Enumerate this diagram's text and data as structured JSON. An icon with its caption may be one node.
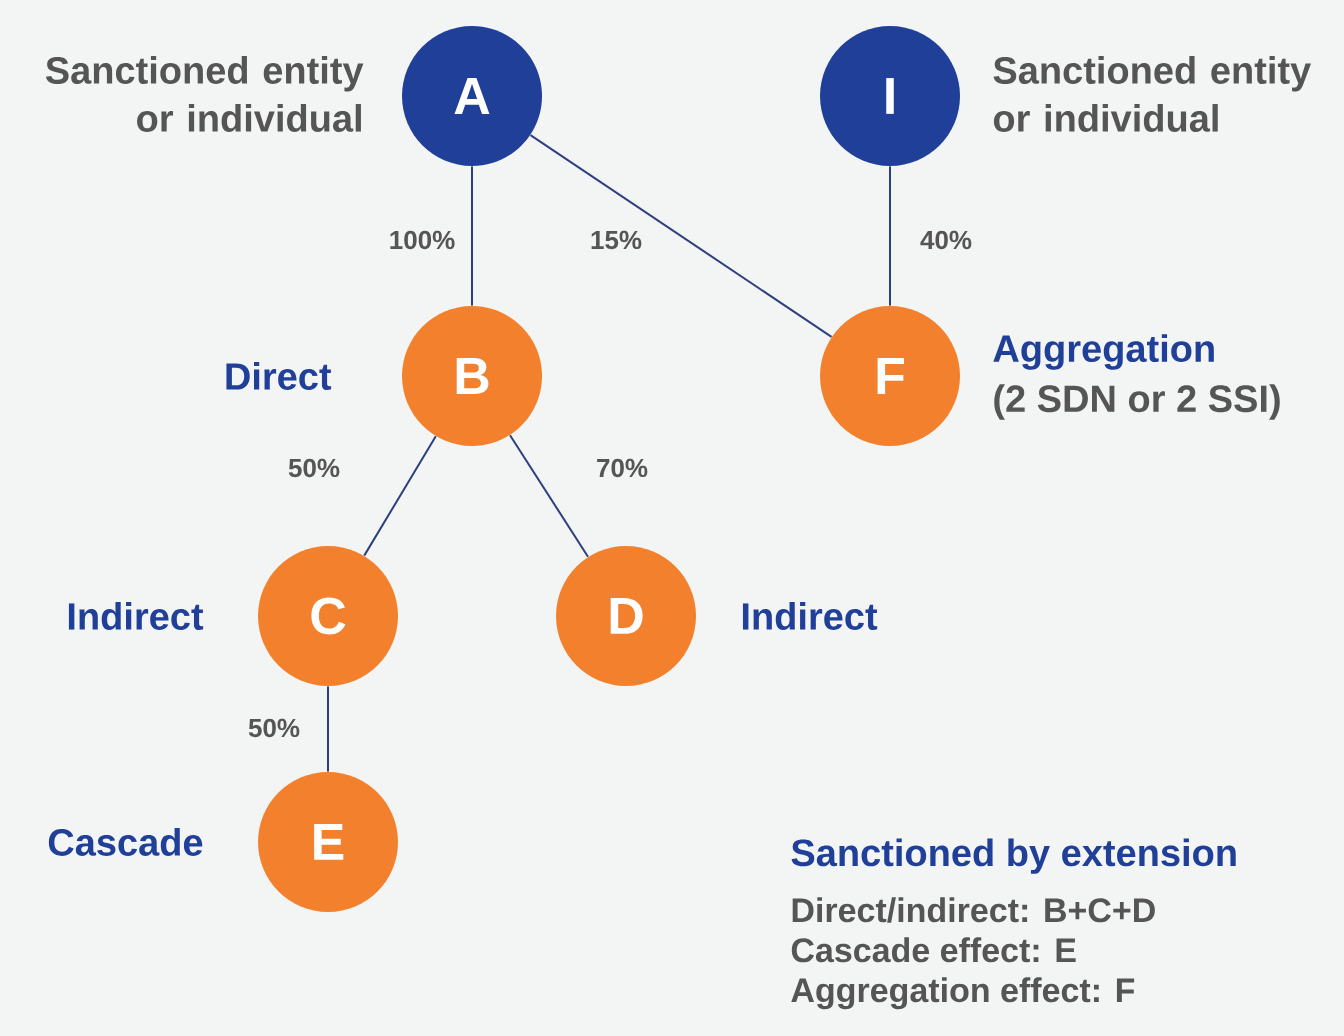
{
  "diagram": {
    "nodes": [
      {
        "text": [
          "A"
        ],
        "beside": [
          "Sanctioned entity or individual"
        ]
      },
      {
        "text": [
          "I"
        ],
        "beside": [
          "Sanctioned entity or individual"
        ]
      },
      {
        "text": [
          "B"
        ],
        "beside": [
          "Direct"
        ]
      },
      {
        "text": [
          "F"
        ],
        "beside": [
          "Aggregation",
          "(2 SDN or 2 SSI)"
        ]
      },
      {
        "text": [
          "C"
        ],
        "beside": [
          "Indirect"
        ]
      },
      {
        "text": [
          "D"
        ],
        "beside": [
          "Indirect"
        ]
      },
      {
        "text": [
          "E"
        ],
        "beside": [
          "Cascade"
        ]
      }
    ],
    "edges": [
      {
        "from": 0,
        "to": 2,
        "arrow": "none",
        "label": "100%"
      },
      {
        "from": 0,
        "to": 3,
        "arrow": "none",
        "label": "15%"
      },
      {
        "from": 1,
        "to": 3,
        "arrow": "none",
        "label": "40%"
      },
      {
        "from": 2,
        "to": 4,
        "arrow": "none",
        "label": "50%"
      },
      {
        "from": 2,
        "to": 5,
        "arrow": "none",
        "label": "70%"
      },
      {
        "from": 4,
        "to": 6,
        "arrow": "none",
        "label": "50%"
      }
    ],
    "labels": [
      "Sanctioned by extension",
      "Direct/indirect: B+C+D",
      "Cascade effect: E",
      "Aggregation effect: F"
    ]
  }
}
